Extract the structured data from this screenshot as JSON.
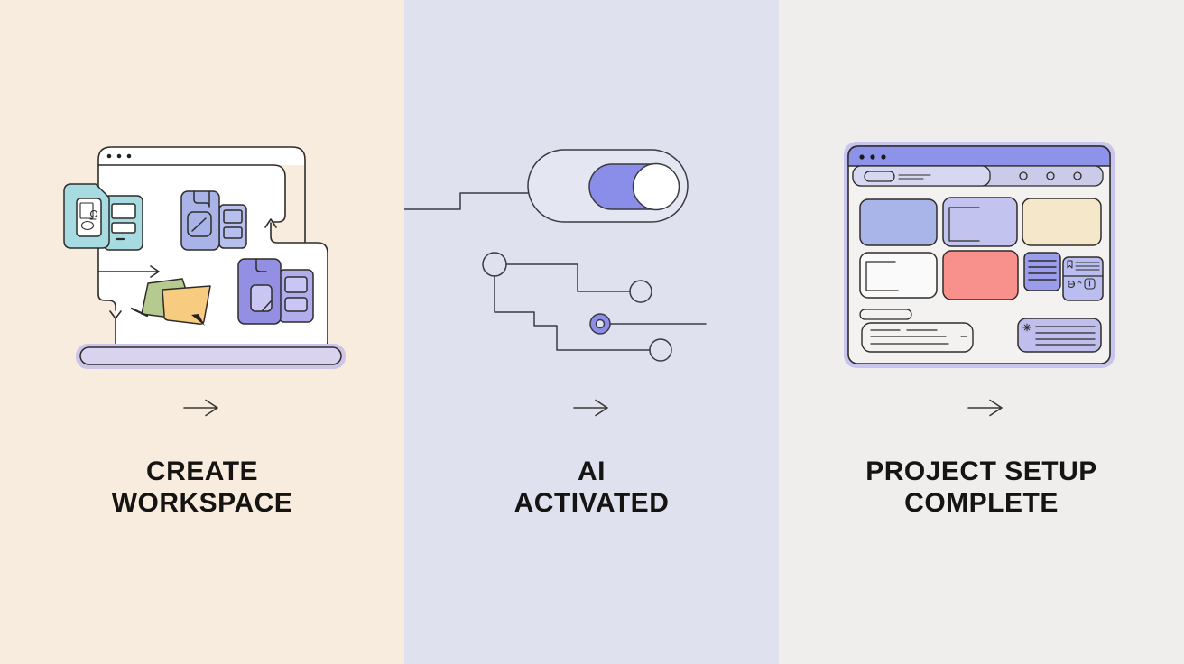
{
  "infographic": {
    "steps": [
      {
        "name": "create-workspace",
        "label_lines": [
          "CREATE",
          "WORKSPACE"
        ],
        "background": "#f8ecde",
        "illustration": "laptop-with-documents",
        "arrow_icon": "right-arrow"
      },
      {
        "name": "ai-activated",
        "label_lines": [
          "AI",
          "ACTIVATED"
        ],
        "background": "#dfe2ee",
        "illustration": "toggle-switch-with-circuit",
        "arrow_icon": "right-arrow"
      },
      {
        "name": "project-setup-complete",
        "label_lines": [
          "PROJECT SETUP",
          "COMPLETE"
        ],
        "background": "#efeeed",
        "illustration": "browser-window-dashboard",
        "arrow_icon": "right-arrow"
      }
    ],
    "palette": {
      "outline": "#2e2c2a",
      "text": "#161412",
      "accent_purple": "#8b8ee8",
      "periwinkle": "#a9b4e8",
      "lavender": "#c2c3ee",
      "cream_block": "#f5e7c9",
      "coral": "#f8918b",
      "teal": "#a6dbe1",
      "folder_green": "#b5ca8e",
      "folder_yellow": "#f7cc80",
      "laptop_base": "#d9d3f0",
      "window_glow": "#c7c4ee",
      "titlebar_purple": "#8e93ea"
    }
  }
}
